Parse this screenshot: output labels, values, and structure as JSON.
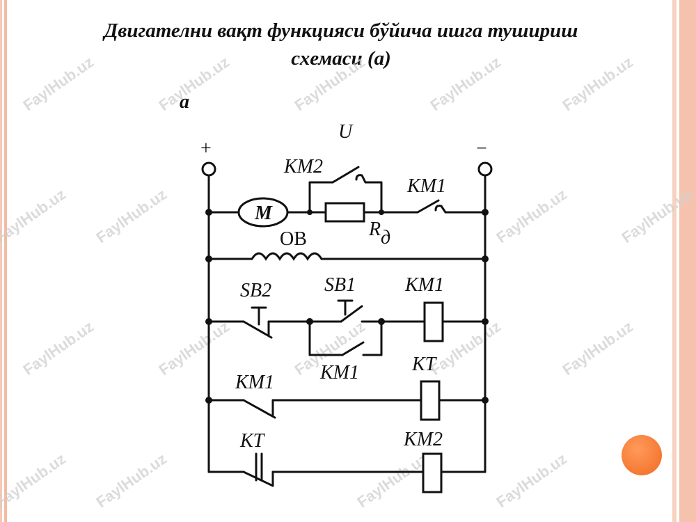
{
  "slide": {
    "title_line1": "Двигателни вақт функцияси бўйича ишга тушириш",
    "title_line2": "схемаси (а)"
  },
  "diagram": {
    "label_a": "a",
    "plus": "+",
    "minus": "−",
    "U": "U",
    "KM2_top": "KM2",
    "KM1_top": "KM1",
    "motor": "M",
    "OB": "OB",
    "R": "R",
    "R_sub": "д",
    "SB2": "SB2",
    "SB1": "SB1",
    "KM1_coil": "KM1",
    "KM1_hold": "KM1",
    "KT_coil": "KT",
    "KM1_row3": "KM1",
    "KT_row4": "KT",
    "KM2_coil": "KM2"
  },
  "watermark": "FaylHub.uz",
  "colors": {
    "border": "#f3bba4",
    "accent": "#f26b21"
  }
}
